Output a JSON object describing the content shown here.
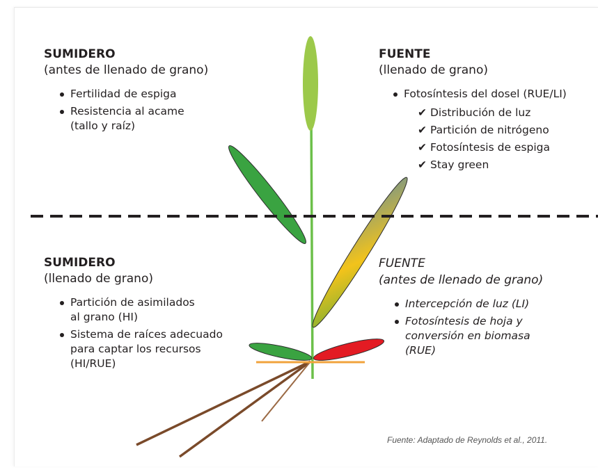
{
  "top_left": {
    "heading": "SUMIDERO",
    "subheading": "(antes de llenado de grano)",
    "bullets": [
      "Fertilidad de espiga",
      "Resistencia al acame",
      "(tallo y raíz)"
    ]
  },
  "top_right": {
    "heading": "FUENTE",
    "subheading": "(llenado de grano)",
    "bullet": "Fotosíntesis del dosel (RUE/LI)",
    "checks": [
      "Distribución de luz",
      "Partición de nitrógeno",
      "Fotosíntesis de espiga",
      "Stay green"
    ]
  },
  "bottom_left": {
    "heading": "SUMIDERO",
    "subheading": "(llenado de grano)",
    "bullets": [
      [
        "Partición de asimilados",
        "al grano (HI)"
      ],
      [
        "Sistema de raíces adecuado",
        "para captar los recursos",
        "(HI/RUE)"
      ]
    ]
  },
  "bottom_right": {
    "heading": "FUENTE",
    "subheading": "(antes de llenado de grano)",
    "bullets": [
      [
        "Intercepción de luz (LI)"
      ],
      [
        "Fotosíntesis de hoja y",
        "conversión en biomasa",
        "(RUE)"
      ]
    ]
  },
  "check_mark": "✔",
  "source": "Fuente: Adaptado de Reynolds et al., 2011.",
  "colors": {
    "stem": "#6cc04a",
    "spike": "#9cc94a",
    "leaf_green": "#3aa341",
    "leaf_red": "#e31b23",
    "leaf_gradient": [
      "#3aa341",
      "#f2c31b",
      "#3c7fc0"
    ],
    "ground": "#f1a33c",
    "roots": "#7a4a2a",
    "divider": "#231f20"
  }
}
